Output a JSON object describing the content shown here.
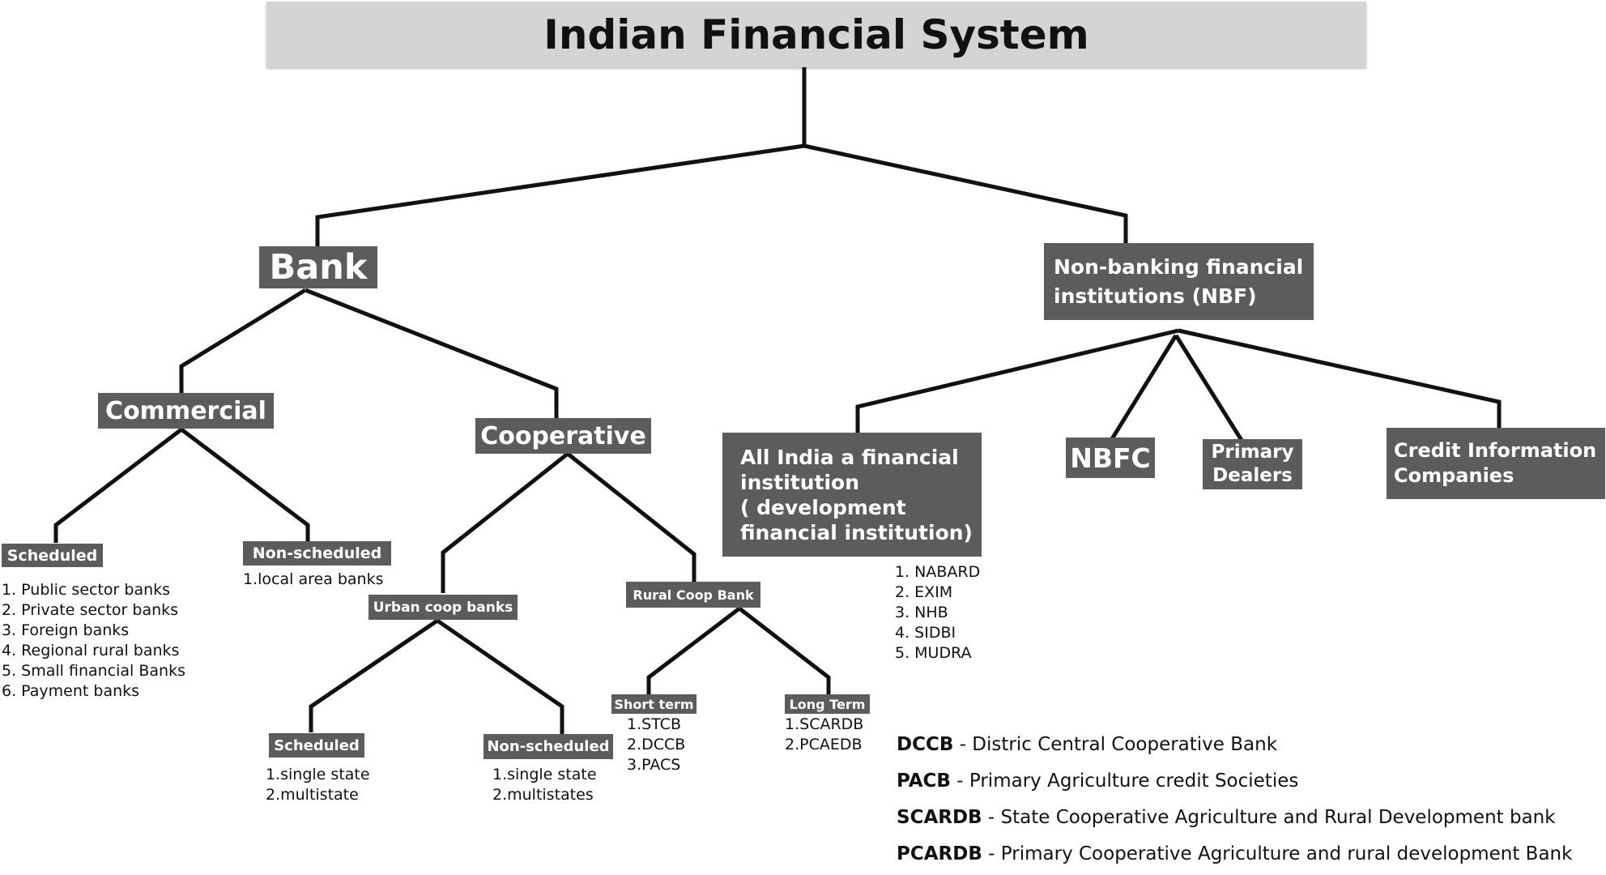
{
  "title": "Indian Financial System",
  "nodes": {
    "bank": "Bank",
    "nbf": [
      "Non-banking financial",
      "institutions (NBF)"
    ],
    "commercial": "Commercial",
    "cooperative": "Cooperative",
    "scheduled": "Scheduled",
    "non_scheduled": "Non-scheduled",
    "urban_coop": "Urban coop banks",
    "rural_coop": "Rural Coop Bank",
    "urban_scheduled": "Scheduled",
    "urban_non_scheduled": "Non-scheduled",
    "short_term": "Short term",
    "long_term": "Long Term",
    "aifi": [
      "All India a financial",
      "institution",
      "( development",
      "financial institution)"
    ],
    "nbfc": "NBFC",
    "primary_dealers": [
      "Primary",
      "Dealers"
    ],
    "credit_info": [
      "Credit Information",
      "Companies"
    ]
  },
  "lists": {
    "scheduled": [
      "1. Public sector banks",
      "2. Private sector banks",
      "3. Foreign  banks",
      "4. Regional rural banks",
      "5. Small financial Banks",
      "6. Payment banks"
    ],
    "non_scheduled": [
      "1.local area banks"
    ],
    "urban_scheduled": [
      "1.single state",
      "2.multistate"
    ],
    "urban_non_scheduled": [
      "1.single state",
      "2.multistates"
    ],
    "short_term": [
      "1.STCB",
      "2.DCCB",
      "3.PACS"
    ],
    "long_term": [
      "1.SCARDB",
      "2.PCAEDB"
    ],
    "aifi": [
      "1. NABARD",
      "2. EXIM",
      "3. NHB",
      "4. SIDBI",
      "5. MUDRA"
    ]
  },
  "legend": [
    {
      "abbr": "DCCB",
      "text": " - Distric Central Cooperative Bank"
    },
    {
      "abbr": "PACB",
      "text": " - Primary Agriculture credit  Societies"
    },
    {
      "abbr": "SCARDB",
      "text": " - State Cooperative Agriculture and Rural Development bank"
    },
    {
      "abbr": "PCARDB",
      "text": " - Primary Cooperative Agriculture and rural development Bank"
    }
  ],
  "colors": {
    "box": "#5c5c5c",
    "title_box": "#d4d4d4",
    "line": "#111111"
  }
}
